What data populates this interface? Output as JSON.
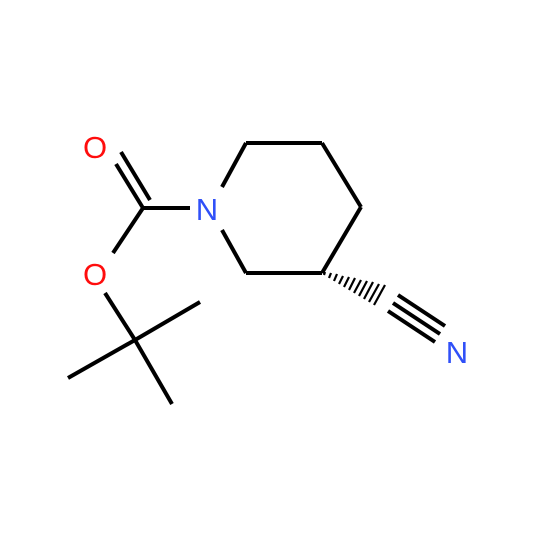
{
  "atoms": [
    {
      "id": "O_carbonyl",
      "symbol": "O",
      "color": "#ff0d0d"
    },
    {
      "id": "O_ester",
      "symbol": "O",
      "color": "#ff0d0d"
    },
    {
      "id": "N_ring",
      "symbol": "N",
      "color": "#3050f8"
    },
    {
      "id": "N_nitrile",
      "symbol": "N",
      "color": "#3050f8"
    }
  ],
  "colors": {
    "bond": "#000000",
    "oxygen": "#ff0d0d",
    "nitrogen": "#3050f8",
    "background": "#ffffff"
  }
}
